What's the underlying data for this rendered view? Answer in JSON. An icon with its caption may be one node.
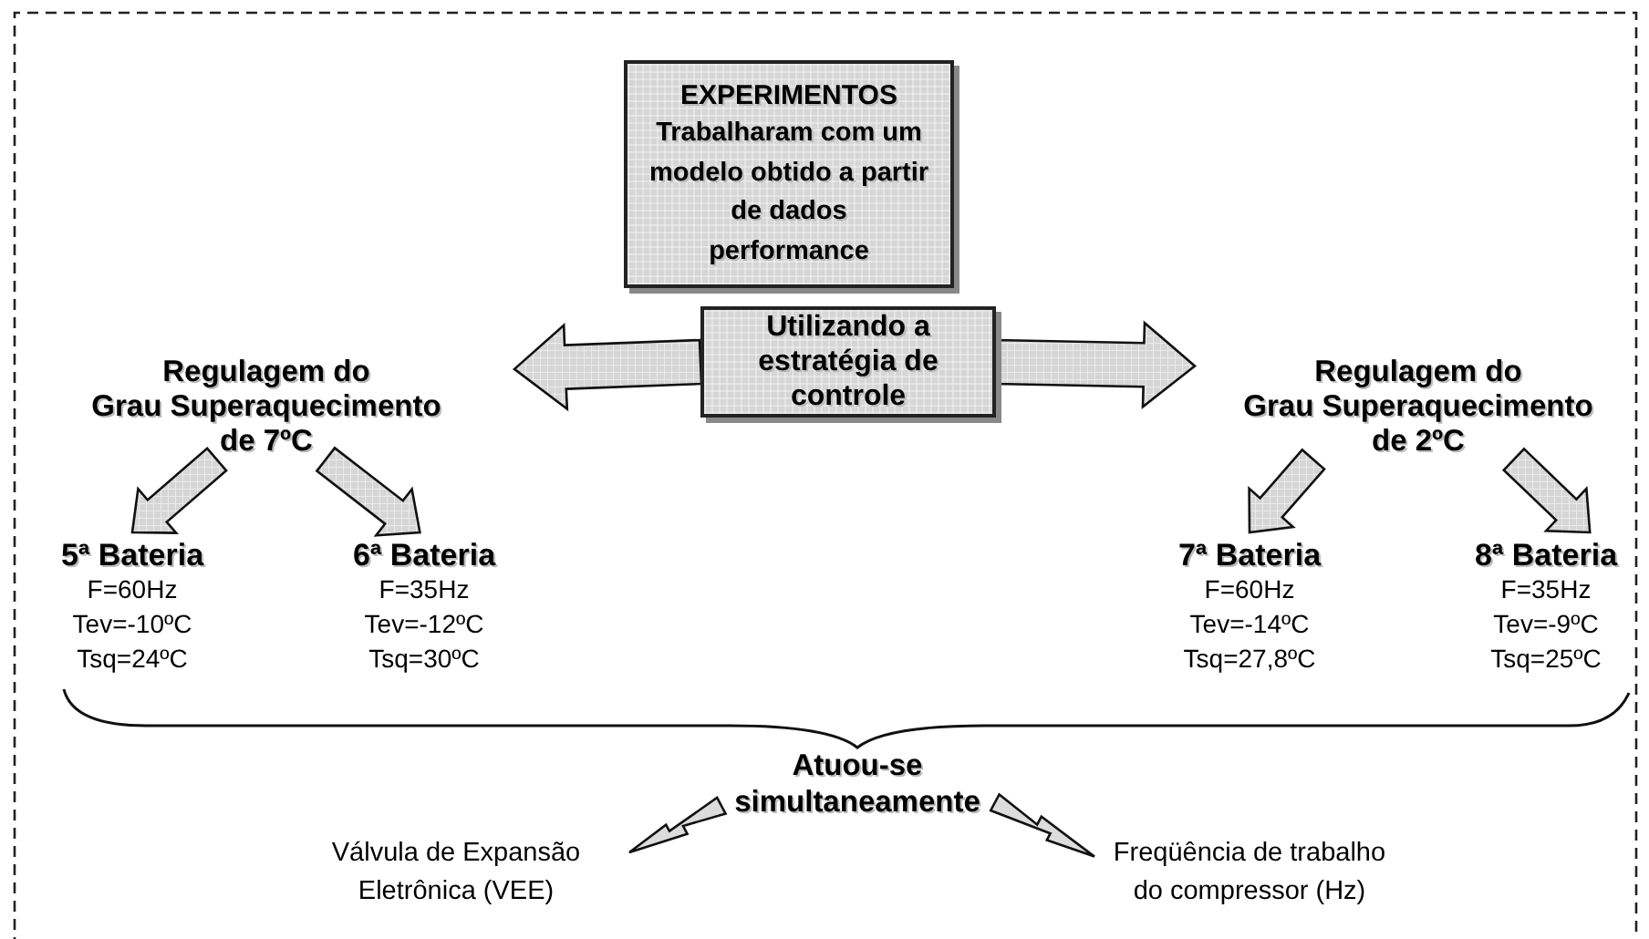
{
  "diagram": {
    "nodes": [
      {
        "text": [
          "EXPERIMENTOS",
          "Trabalharam com um modelo obtido a partir de dados performance"
        ]
      },
      {
        "text": [
          "Utilizando a estratégia de controle"
        ]
      },
      {
        "text": [
          "Regulagem do Grau Superaquecimento de 7ºC"
        ]
      },
      {
        "text": [
          "Regulagem do Grau Superaquecimento de 2ºC"
        ]
      },
      {
        "text": [
          "5ª Bateria",
          "F=60Hz",
          "Tev=-10ºC",
          "Tsq=24ºC"
        ]
      },
      {
        "text": [
          "6ª Bateria",
          "F=35Hz",
          "Tev=-12ºC",
          "Tsq=30ºC"
        ]
      },
      {
        "text": [
          "7ª Bateria",
          "F=60Hz",
          "Tev=-14ºC",
          "Tsq=27,8ºC"
        ]
      },
      {
        "text": [
          "8ª Bateria",
          "F=35Hz",
          "Tev=-9ºC",
          "Tsq=25ºC"
        ]
      },
      {
        "text": [
          "Atuou-se simultaneamente"
        ]
      },
      {
        "text": [
          "Válvula de Expansão Eletrônica (VEE)"
        ]
      },
      {
        "text": [
          "Freqüência de trabalho do compressor (Hz)"
        ]
      }
    ],
    "edges": [
      {
        "from": 1,
        "to": 2,
        "arrow": "to"
      },
      {
        "from": 1,
        "to": 3,
        "arrow": "to"
      },
      {
        "from": 2,
        "to": 4,
        "arrow": "to"
      },
      {
        "from": 2,
        "to": 5,
        "arrow": "to"
      },
      {
        "from": 3,
        "to": 6,
        "arrow": "to"
      },
      {
        "from": 3,
        "to": 7,
        "arrow": "to"
      },
      {
        "from": 8,
        "to": 9,
        "arrow": "to"
      },
      {
        "from": 8,
        "to": 10,
        "arrow": "to"
      }
    ]
  }
}
